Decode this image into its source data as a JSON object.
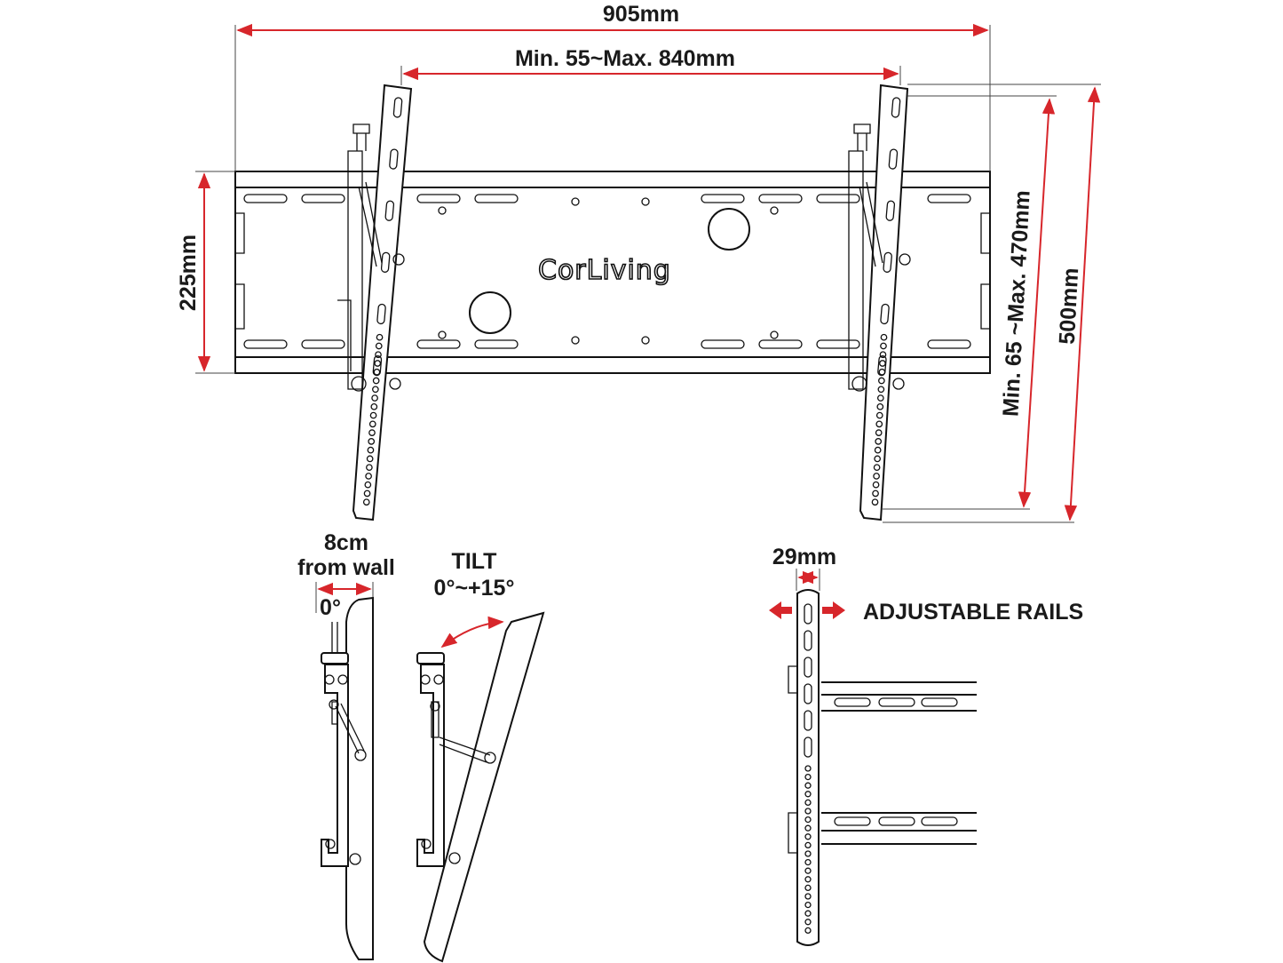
{
  "brand": "CorLiving",
  "colors": {
    "dimension": "#d7262b",
    "line": "#111111",
    "background": "#ffffff"
  },
  "dimensions": {
    "overall_width": "905mm",
    "arm_spacing": "Min. 55~Max. 840mm",
    "plate_height": "225mm",
    "arm_adjust_range": "Min. 65 ~Max. 470mm",
    "arm_length": "500mm"
  },
  "side_views": {
    "wall_distance_value": "8cm",
    "wall_distance_label": "from wall",
    "zero_angle": "0°",
    "tilt_title": "TILT",
    "tilt_range": "0°~+15°"
  },
  "rails": {
    "rail_width": "29mm",
    "label": "ADJUSTABLE RAILS"
  }
}
